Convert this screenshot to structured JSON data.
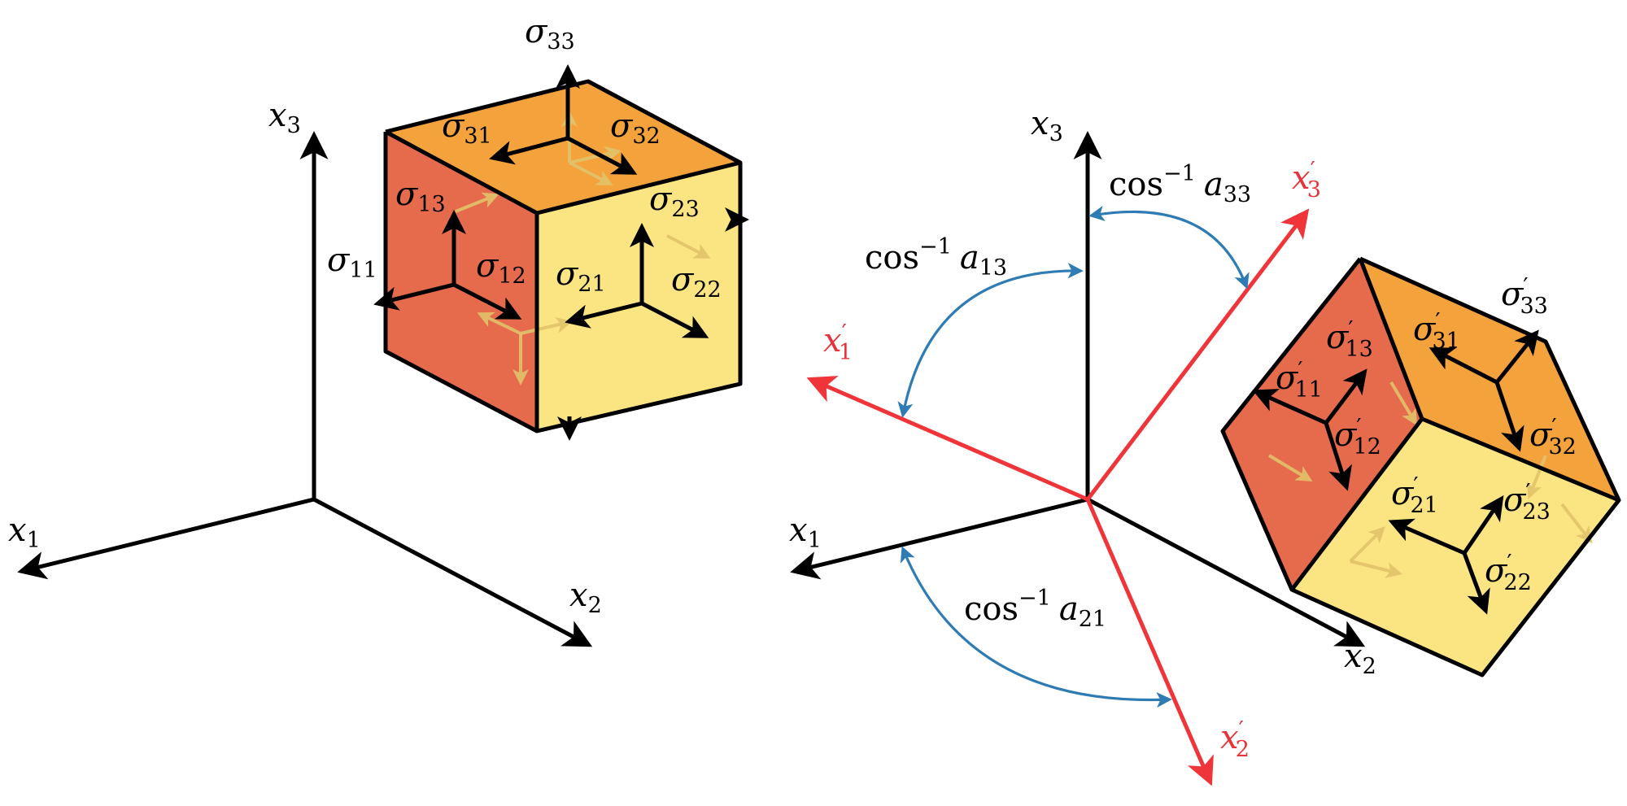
{
  "colors": {
    "face_left": "#e56b4c",
    "face_top": "#f3a23c",
    "face_front": "#fbe582",
    "rotated_axis": "#f0353a",
    "angle_arc": "#2f7bb3"
  },
  "left": {
    "axes": {
      "x1": "x",
      "x2": "x",
      "x3": "x"
    },
    "axis_subs": {
      "x1": "1",
      "x2": "2",
      "x3": "3"
    },
    "stresses": {
      "s11": {
        "sym": "σ",
        "sub": "11"
      },
      "s12": {
        "sym": "σ",
        "sub": "12"
      },
      "s13": {
        "sym": "σ",
        "sub": "13"
      },
      "s21": {
        "sym": "σ",
        "sub": "21"
      },
      "s22": {
        "sym": "σ",
        "sub": "22"
      },
      "s23": {
        "sym": "σ",
        "sub": "23"
      },
      "s31": {
        "sym": "σ",
        "sub": "31"
      },
      "s32": {
        "sym": "σ",
        "sub": "32"
      },
      "s33": {
        "sym": "σ",
        "sub": "33"
      }
    }
  },
  "right": {
    "axes": {
      "x1": "x",
      "x2": "x",
      "x3": "x"
    },
    "axis_subs": {
      "x1": "1",
      "x2": "2",
      "x3": "3"
    },
    "rotated_axes": {
      "x1p": "x",
      "x2p": "x",
      "x3p": "x",
      "prime": "′"
    },
    "angles": {
      "a13": {
        "func": "cos",
        "sup": "−1",
        "var": "a",
        "sub": "13"
      },
      "a33": {
        "func": "cos",
        "sup": "−1",
        "var": "a",
        "sub": "33"
      },
      "a21": {
        "func": "cos",
        "sup": "−1",
        "var": "a",
        "sub": "21"
      }
    },
    "stresses": {
      "s11": {
        "sym": "σ",
        "prime": "′",
        "sub": "11"
      },
      "s12": {
        "sym": "σ",
        "prime": "′",
        "sub": "12"
      },
      "s13": {
        "sym": "σ",
        "prime": "′",
        "sub": "13"
      },
      "s21": {
        "sym": "σ",
        "prime": "′",
        "sub": "21"
      },
      "s22": {
        "sym": "σ",
        "prime": "′",
        "sub": "22"
      },
      "s23": {
        "sym": "σ",
        "prime": "′",
        "sub": "23"
      },
      "s31": {
        "sym": "σ",
        "prime": "′",
        "sub": "31"
      },
      "s32": {
        "sym": "σ",
        "prime": "′",
        "sub": "32"
      },
      "s33": {
        "sym": "σ",
        "prime": "′",
        "sub": "33"
      }
    }
  }
}
